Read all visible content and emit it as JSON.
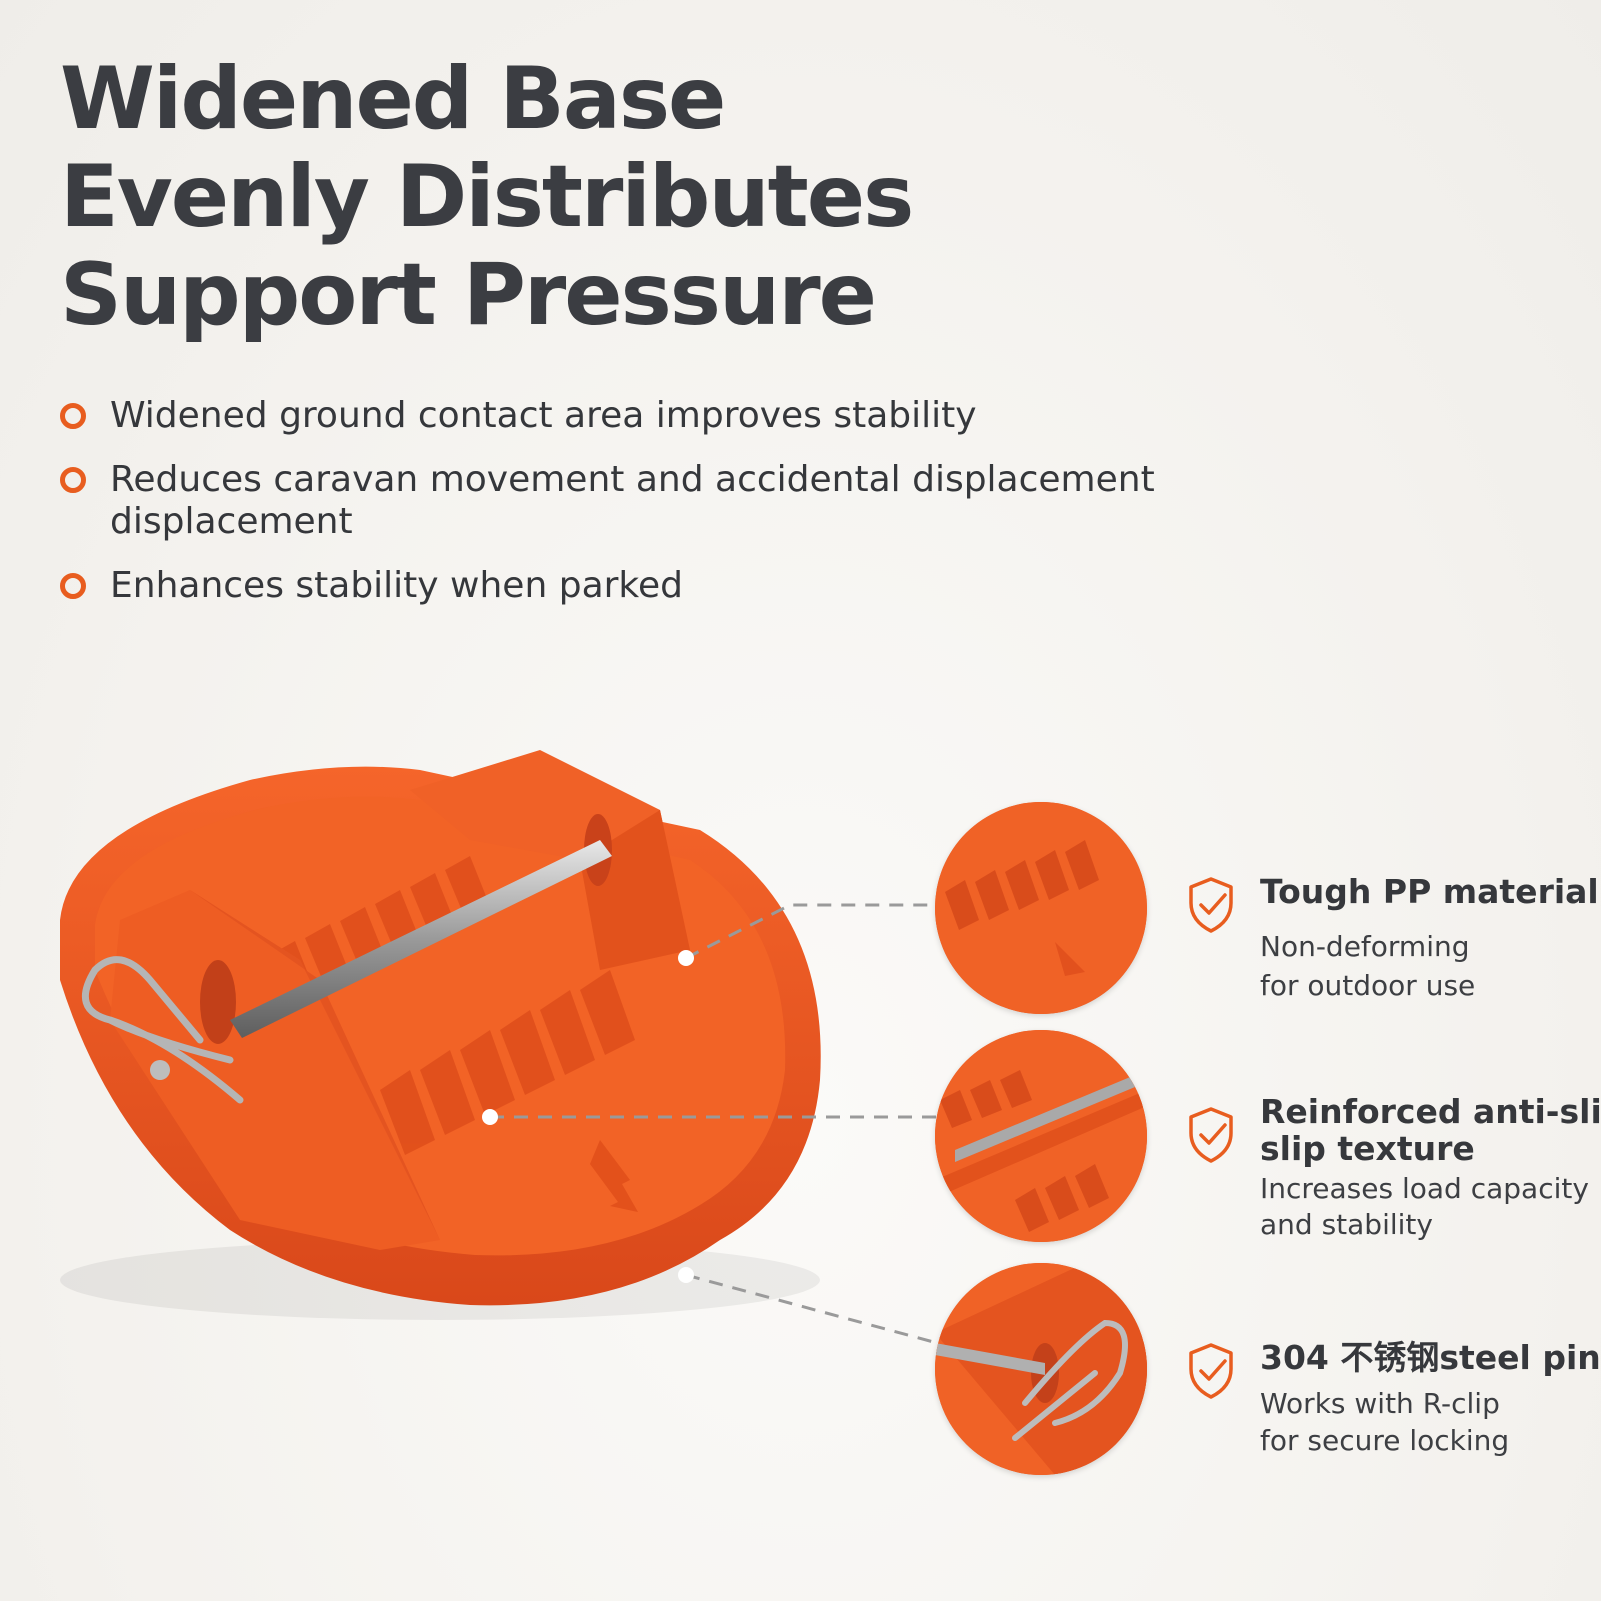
{
  "headline": {
    "line1": "Widened Base",
    "line2": "Evenly Distributes",
    "line3": "Support Pressure"
  },
  "bullets": [
    {
      "lines": [
        "Widened ground contact area improves stability"
      ]
    },
    {
      "lines": [
        "Reduces caravan movement and accidental displacement",
        "displacement"
      ]
    },
    {
      "lines": [
        "Enhances stability when parked"
      ]
    }
  ],
  "features": [
    {
      "title": [
        "Tough PP material"
      ],
      "desc": [
        "Non-deforming",
        "for outdoor use"
      ]
    },
    {
      "title": [
        "Reinforced anti-slip",
        "slip texture"
      ],
      "desc": [
        "Increases load capacity",
        "and stability"
      ]
    },
    {
      "title": [
        "304 不锈钢steel pin"
      ],
      "desc": [
        "Works with R-clip",
        "for secure locking"
      ]
    }
  ],
  "colors": {
    "accent": "#e85d1f",
    "product": "#ef5a1e",
    "text": "#3b3d42",
    "background": "#f5f3ef"
  },
  "icons": {
    "bullet": "orange-ring-icon",
    "feature": "shield-check-icon"
  }
}
